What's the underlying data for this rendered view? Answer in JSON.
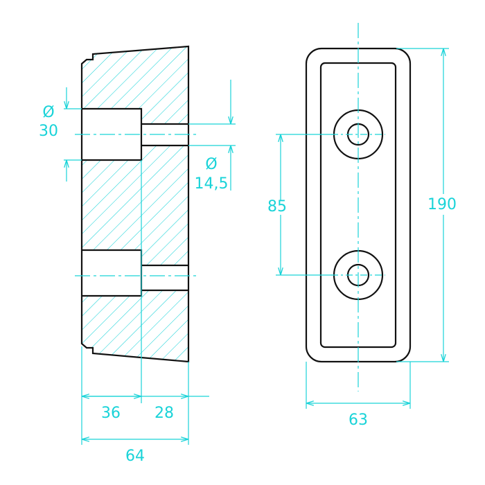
{
  "drawing": {
    "colors": {
      "outline": "#111111",
      "dimension": "#19d3d8",
      "background": "#ffffff"
    },
    "section_view": {
      "hatch": "diagonal",
      "dims": {
        "hole_large_symbol": "Ø",
        "hole_large_value": "30",
        "hole_small_symbol": "Ø",
        "hole_small_value": "14,5",
        "depth_counterbore": "36",
        "depth_remaining": "28",
        "overall_thickness": "64"
      }
    },
    "front_view": {
      "dims": {
        "hole_spacing": "85",
        "overall_height": "190",
        "overall_width": "63"
      }
    }
  }
}
